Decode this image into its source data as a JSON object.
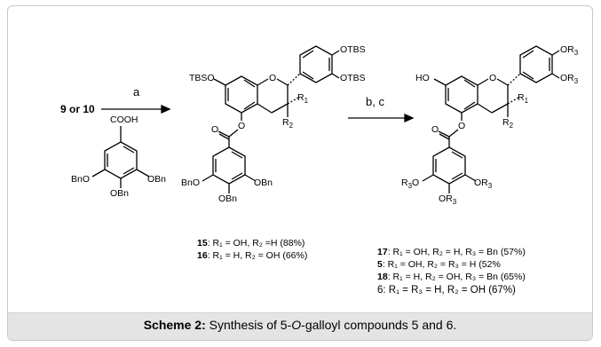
{
  "caption": {
    "label": "Scheme 2:",
    "text_pre": "Synthesis of 5-",
    "text_italic": "O",
    "text_post": "-galloyl compounds 5 and 6."
  },
  "reaction": {
    "start_label": "9 or 10",
    "step1": "a",
    "step2": "b, c"
  },
  "reagent": {
    "acid": "COOH",
    "bn1": "BnO",
    "bn2": "OBn",
    "bn3": "OBn"
  },
  "intermediate": {
    "tbso": "TBSO",
    "otbs1": "OTBS",
    "otbs2": "OTBS",
    "o_ring": "O",
    "o_ester": "O",
    "o_link": "O",
    "r1": "R",
    "r1_sub": "1",
    "r2": "R",
    "r2_sub": "2",
    "bn1": "BnO",
    "bn2": "OBn",
    "bn3": "OBn",
    "entries": [
      {
        "num": "15",
        "text": ": R₁ = OH, R₂ =H (88%)"
      },
      {
        "num": "16",
        "text": ": R₁ = H, R₂ = OH (66%)"
      }
    ]
  },
  "product": {
    "ho": "HO",
    "or1": "OR",
    "or1_sub": "3",
    "or2": "OR",
    "or2_sub": "3",
    "o_ring": "O",
    "o_ester": "O",
    "o_link": "O",
    "r1": "R",
    "r1_sub": "1",
    "r2": "R",
    "r2_sub": "2",
    "r3o": "R",
    "r3o_sub": "3",
    "r3o_tail": "O",
    "or3": "OR",
    "or3_sub": "3",
    "or4": "OR",
    "or4_sub": "3",
    "entries": [
      {
        "num": "17",
        "text": ": R₁ = OH, R₂ = H, R₃ = Bn (57%)"
      },
      {
        "num": "5",
        "text": ": R₁ = OH, R₂ = R₃ = H (52%"
      },
      {
        "num": "18",
        "text": ": R₁ = H, R₂ = OH, R₃ = Bn (65%)"
      },
      {
        "num": "6",
        "text": ": R₁ = R₃ = H, R₂ = OH (67%)"
      }
    ]
  }
}
